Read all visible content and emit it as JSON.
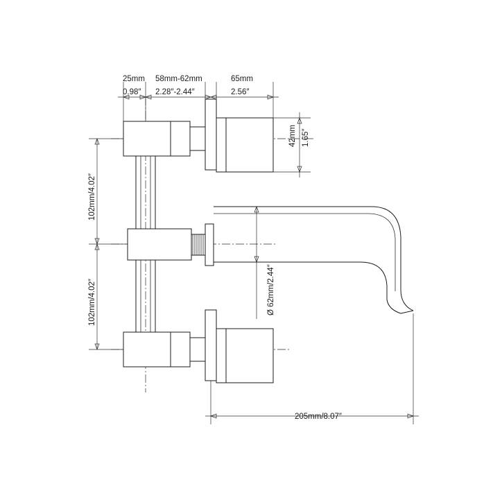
{
  "diagram": {
    "title": "Wall mounted basin faucet dimension drawing",
    "type": "technical-dimension-drawing",
    "line_color": "#1a1a1a",
    "background": "#ffffff",
    "dimensions": {
      "top_seg1_mm": "25mm",
      "top_seg1_in": "0.98″",
      "top_seg2_mm": "58mm-62mm",
      "top_seg2_in": "2.28″-2.44″",
      "top_seg3_mm": "65mm",
      "top_seg3_in": "2.56″",
      "handle_height_mm": "42mm",
      "handle_height_in": "1.65″",
      "vert_upper": "102mm/4.02″",
      "vert_lower": "102mm/4.02″",
      "spout_diameter": "Ø 62mm/2.44″",
      "projection": "205mm/8.07″"
    }
  }
}
